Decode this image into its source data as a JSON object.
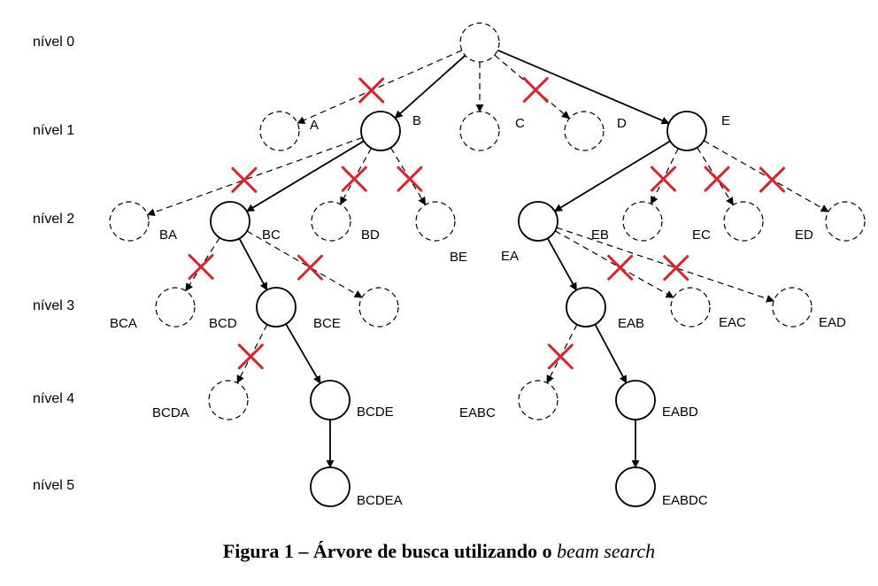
{
  "levels": [
    "nível 0",
    "nível 1",
    "nível 2",
    "nível 3",
    "nível 4",
    "nível 5"
  ],
  "caption": {
    "text": "Figura 1 – Árvore de busca utilizando o ",
    "emphasis": "beam search"
  },
  "colors": {
    "line": "#000000",
    "cross": "#e0202a"
  },
  "nodes": [
    {
      "id": "root",
      "label": "",
      "expanded": false
    },
    {
      "id": "A",
      "label": "A",
      "expanded": false
    },
    {
      "id": "B",
      "label": "B",
      "expanded": true
    },
    {
      "id": "C",
      "label": "C",
      "expanded": false
    },
    {
      "id": "D",
      "label": "D",
      "expanded": false
    },
    {
      "id": "E",
      "label": "E",
      "expanded": true
    },
    {
      "id": "BA",
      "label": "BA",
      "expanded": false
    },
    {
      "id": "BC",
      "label": "BC",
      "expanded": true
    },
    {
      "id": "BD",
      "label": "BD",
      "expanded": false
    },
    {
      "id": "BE",
      "label": "BE",
      "expanded": false
    },
    {
      "id": "EA",
      "label": "EA",
      "expanded": true
    },
    {
      "id": "EB",
      "label": "EB",
      "expanded": false
    },
    {
      "id": "EC",
      "label": "EC",
      "expanded": false
    },
    {
      "id": "ED",
      "label": "ED",
      "expanded": false
    },
    {
      "id": "BCA",
      "label": "BCA",
      "expanded": false
    },
    {
      "id": "BCD",
      "label": "BCD",
      "expanded": true
    },
    {
      "id": "BCE",
      "label": "BCE",
      "expanded": false
    },
    {
      "id": "EAB",
      "label": "EAB",
      "expanded": true
    },
    {
      "id": "EAC",
      "label": "EAC",
      "expanded": false
    },
    {
      "id": "EAD",
      "label": "EAD",
      "expanded": false
    },
    {
      "id": "BCDA",
      "label": "BCDA",
      "expanded": false
    },
    {
      "id": "BCDE",
      "label": "BCDE",
      "expanded": true
    },
    {
      "id": "EABC",
      "label": "EABC",
      "expanded": false
    },
    {
      "id": "EABD",
      "label": "EABD",
      "expanded": true
    },
    {
      "id": "BCDEA",
      "label": "BCDEA",
      "expanded": true
    },
    {
      "id": "EABDC",
      "label": "EABDC",
      "expanded": true
    }
  ],
  "edges": [
    {
      "from": "root",
      "to": "A",
      "style": "dashed",
      "pruned": true
    },
    {
      "from": "root",
      "to": "B",
      "style": "solid",
      "pruned": false
    },
    {
      "from": "root",
      "to": "C",
      "style": "dashed",
      "pruned": false
    },
    {
      "from": "root",
      "to": "D",
      "style": "dashed",
      "pruned": true
    },
    {
      "from": "root",
      "to": "E",
      "style": "solid",
      "pruned": false
    },
    {
      "from": "B",
      "to": "BA",
      "style": "dashed",
      "pruned": true
    },
    {
      "from": "B",
      "to": "BC",
      "style": "solid",
      "pruned": false
    },
    {
      "from": "B",
      "to": "BD",
      "style": "dashed",
      "pruned": true
    },
    {
      "from": "B",
      "to": "BE",
      "style": "dashed",
      "pruned": true
    },
    {
      "from": "E",
      "to": "EA",
      "style": "solid",
      "pruned": false
    },
    {
      "from": "E",
      "to": "EB",
      "style": "dashed",
      "pruned": true
    },
    {
      "from": "E",
      "to": "EC",
      "style": "dashed",
      "pruned": true
    },
    {
      "from": "E",
      "to": "ED",
      "style": "dashed",
      "pruned": true
    },
    {
      "from": "BC",
      "to": "BCA",
      "style": "dashed",
      "pruned": true
    },
    {
      "from": "BC",
      "to": "BCD",
      "style": "solid",
      "pruned": false
    },
    {
      "from": "BC",
      "to": "BCE",
      "style": "dashed",
      "pruned": true
    },
    {
      "from": "EA",
      "to": "EAB",
      "style": "solid",
      "pruned": false
    },
    {
      "from": "EA",
      "to": "EAC",
      "style": "dashed",
      "pruned": true
    },
    {
      "from": "EA",
      "to": "EAD",
      "style": "dashed",
      "pruned": true
    },
    {
      "from": "BCD",
      "to": "BCDA",
      "style": "dashed",
      "pruned": true
    },
    {
      "from": "BCD",
      "to": "BCDE",
      "style": "solid",
      "pruned": false
    },
    {
      "from": "EAB",
      "to": "EABC",
      "style": "dashed",
      "pruned": true
    },
    {
      "from": "EAB",
      "to": "EABD",
      "style": "solid",
      "pruned": false
    },
    {
      "from": "BCDE",
      "to": "BCDEA",
      "style": "solid",
      "pruned": false
    },
    {
      "from": "EABD",
      "to": "EABDC",
      "style": "solid",
      "pruned": false
    }
  ]
}
